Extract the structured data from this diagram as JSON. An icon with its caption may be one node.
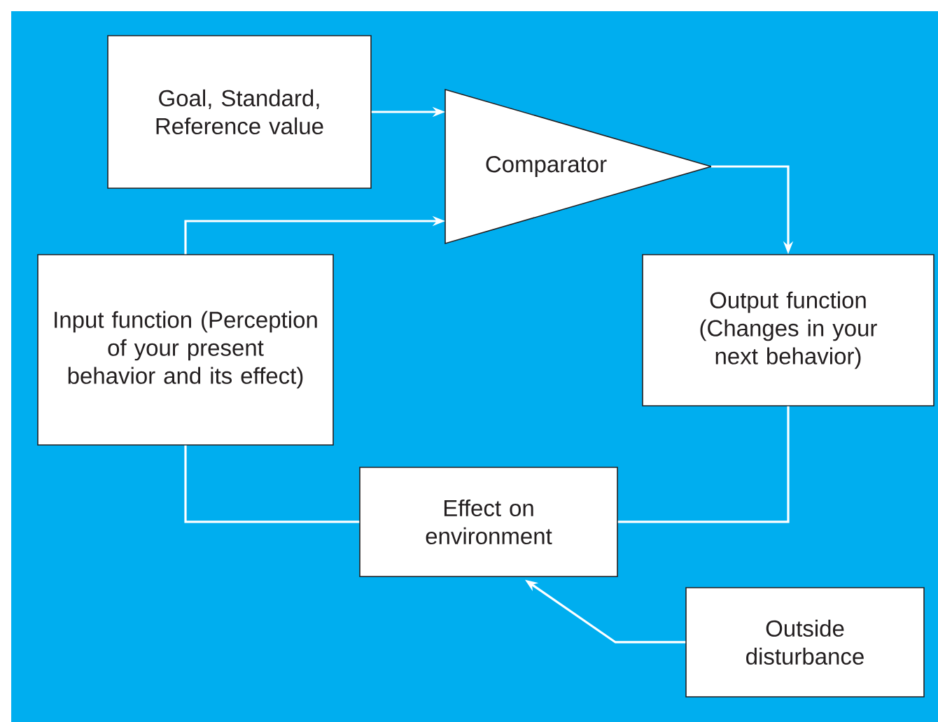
{
  "diagram": {
    "nodes": [
      {
        "text": [
          "Goal, Standard, Reference value"
        ]
      },
      {
        "text": [
          "Comparator"
        ]
      },
      {
        "text": [
          "Input function (Perception of your present behavior and its effect)"
        ]
      },
      {
        "text": [
          "Output function (Changes in your next behavior)"
        ]
      },
      {
        "text": [
          "Effect on environment"
        ]
      },
      {
        "text": [
          "Outside disturbance"
        ]
      }
    ],
    "edges": [
      {
        "from": 0,
        "to": 1,
        "arrow": "to"
      },
      {
        "from": 2,
        "to": 1,
        "arrow": "to"
      },
      {
        "from": 1,
        "to": 3,
        "arrow": "to"
      },
      {
        "from": 3,
        "to": 4,
        "arrow": "none"
      },
      {
        "from": 4,
        "to": 2,
        "arrow": "none"
      },
      {
        "from": 5,
        "to": 4,
        "arrow": "to"
      }
    ]
  }
}
